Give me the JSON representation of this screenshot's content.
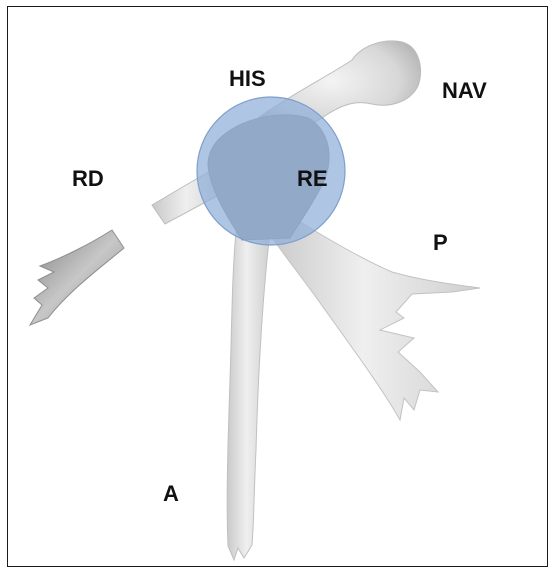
{
  "labels": {
    "his": "HIS",
    "nav": "NAV",
    "rd": "RD",
    "re": "RE",
    "p": "P",
    "a": "A"
  },
  "colors": {
    "vessel_light": "#ebebeb",
    "vessel_mid": "#d6d6d6",
    "vessel_shadow": "#a9a9a9",
    "highlight_circle": "#8fb0d9",
    "border": "#1a1a1a"
  }
}
